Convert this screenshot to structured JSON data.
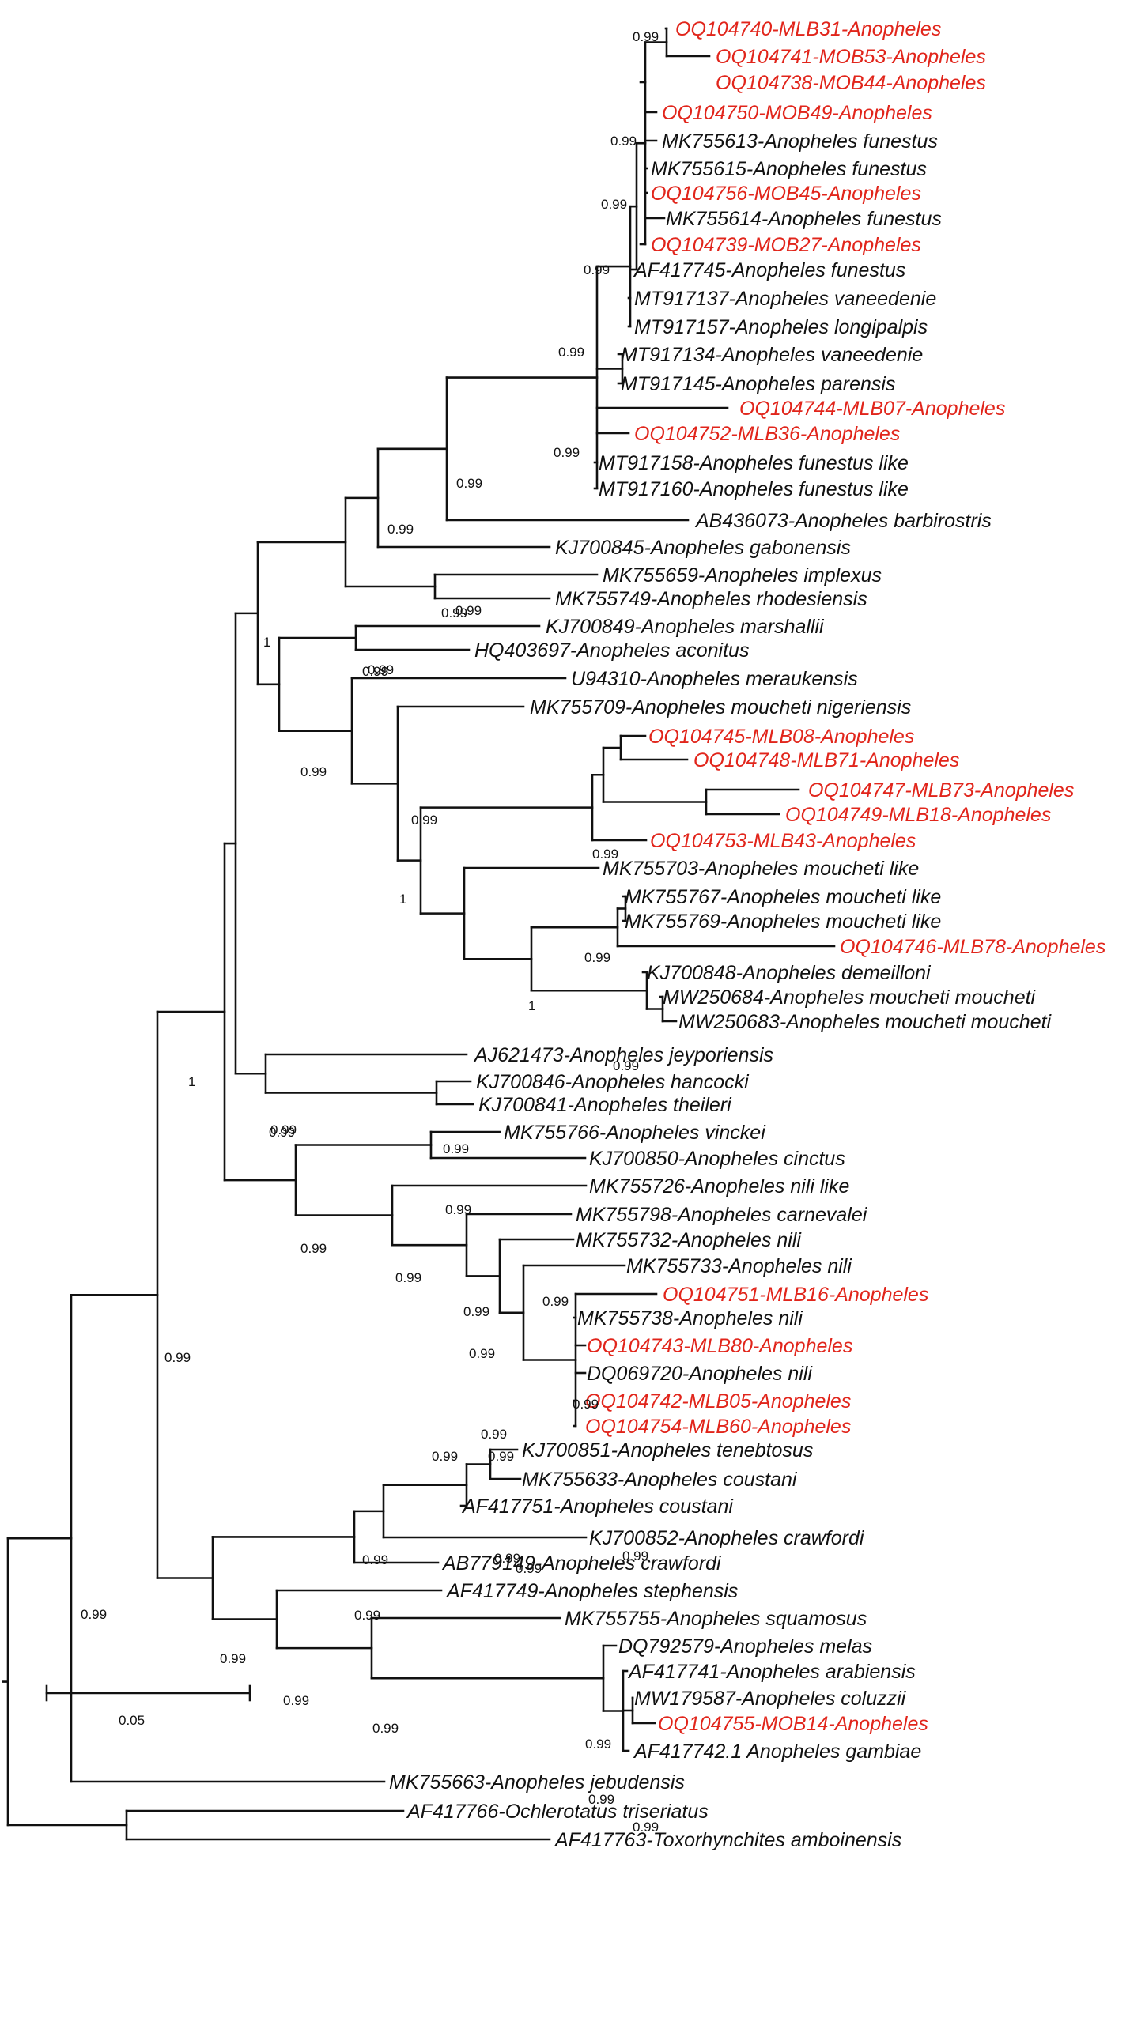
{
  "colors": {
    "reference_sequence": "#111111",
    "study_sequence": "#e1251b",
    "branch": "#111111"
  },
  "tree": {
    "leaves": [
      {
        "label": "OQ104740-MLB31-Anopheles",
        "study": true
      },
      {
        "label": "OQ104741-MOB53-Anopheles",
        "study": true
      },
      {
        "label": "OQ104738-MOB44-Anopheles",
        "study": true
      },
      {
        "label": "OQ104750-MOB49-Anopheles",
        "study": true
      },
      {
        "label": "MK755613-Anopheles funestus",
        "study": false
      },
      {
        "label": "MK755615-Anopheles funestus",
        "study": false
      },
      {
        "label": "OQ104756-MOB45-Anopheles",
        "study": true
      },
      {
        "label": "MK755614-Anopheles funestus",
        "study": false
      },
      {
        "label": "OQ104739-MOB27-Anopheles",
        "study": true
      },
      {
        "label": "AF417745-Anopheles funestus",
        "study": false
      },
      {
        "label": "MT917137-Anopheles vaneedenie",
        "study": false
      },
      {
        "label": "MT917157-Anopheles longipalpis",
        "study": false
      },
      {
        "label": "MT917134-Anopheles vaneedenie",
        "study": false
      },
      {
        "label": "MT917145-Anopheles parensis",
        "study": false
      },
      {
        "label": "OQ104744-MLB07-Anopheles",
        "study": true
      },
      {
        "label": "OQ104752-MLB36-Anopheles",
        "study": true
      },
      {
        "label": "MT917158-Anopheles funestus like",
        "study": false
      },
      {
        "label": "MT917160-Anopheles funestus like",
        "study": false
      },
      {
        "label": "AB436073-Anopheles barbirostris",
        "study": false
      },
      {
        "label": "KJ700845-Anopheles gabonensis",
        "study": false
      },
      {
        "label": "MK755659-Anopheles implexus",
        "study": false
      },
      {
        "label": "MK755749-Anopheles rhodesiensis",
        "study": false
      },
      {
        "label": "KJ700849-Anopheles marshallii",
        "study": false
      },
      {
        "label": "HQ403697-Anopheles aconitus",
        "study": false
      },
      {
        "label": "U94310-Anopheles meraukensis",
        "study": false
      },
      {
        "label": "MK755709-Anopheles moucheti nigeriensis",
        "study": false
      },
      {
        "label": "OQ104745-MLB08-Anopheles",
        "study": true
      },
      {
        "label": "OQ104748-MLB71-Anopheles",
        "study": true
      },
      {
        "label": "OQ104747-MLB73-Anopheles",
        "study": true
      },
      {
        "label": "OQ104749-MLB18-Anopheles",
        "study": true
      },
      {
        "label": "OQ104753-MLB43-Anopheles",
        "study": true
      },
      {
        "label": "MK755703-Anopheles moucheti like",
        "study": false
      },
      {
        "label": "MK755767-Anopheles moucheti like",
        "study": false
      },
      {
        "label": "MK755769-Anopheles moucheti like",
        "study": false
      },
      {
        "label": "OQ104746-MLB78-Anopheles",
        "study": true
      },
      {
        "label": "KJ700848-Anopheles demeilloni",
        "study": false
      },
      {
        "label": "MW250684-Anopheles moucheti moucheti",
        "study": false
      },
      {
        "label": "MW250683-Anopheles moucheti moucheti",
        "study": false
      },
      {
        "label": "AJ621473-Anopheles jeyporiensis",
        "study": false
      },
      {
        "label": "KJ700846-Anopheles hancocki",
        "study": false
      },
      {
        "label": "KJ700841-Anopheles theileri",
        "study": false
      },
      {
        "label": "MK755766-Anopheles vinckei",
        "study": false
      },
      {
        "label": "KJ700850-Anopheles cinctus",
        "study": false
      },
      {
        "label": "MK755726-Anopheles nili like",
        "study": false
      },
      {
        "label": "MK755798-Anopheles carnevalei",
        "study": false
      },
      {
        "label": "MK755732-Anopheles nili",
        "study": false
      },
      {
        "label": "MK755733-Anopheles nili",
        "study": false
      },
      {
        "label": "OQ104751-MLB16-Anopheles",
        "study": true
      },
      {
        "label": "MK755738-Anopheles nili",
        "study": false
      },
      {
        "label": "OQ104743-MLB80-Anopheles",
        "study": true
      },
      {
        "label": "DQ069720-Anopheles nili",
        "study": false
      },
      {
        "label": "OQ104742-MLB05-Anopheles",
        "study": true
      },
      {
        "label": "OQ104754-MLB60-Anopheles",
        "study": true
      },
      {
        "label": "KJ700851-Anopheles tenebtosus",
        "study": false
      },
      {
        "label": "MK755633-Anopheles coustani",
        "study": false
      },
      {
        "label": "AF417751-Anopheles coustani",
        "study": false
      },
      {
        "label": "KJ700852-Anopheles crawfordi",
        "study": false
      },
      {
        "label": "AB779149-Anopheles crawfordi",
        "study": false
      },
      {
        "label": "AF417749-Anopheles stephensis",
        "study": false
      },
      {
        "label": "MK755755-Anopheles squamosus",
        "study": false
      },
      {
        "label": "DQ792579-Anopheles melas",
        "study": false
      },
      {
        "label": "AF417741-Anopheles arabiensis",
        "study": false
      },
      {
        "label": "MW179587-Anopheles coluzzii",
        "study": false
      },
      {
        "label": "OQ104755-MOB14-Anopheles",
        "study": true
      },
      {
        "label": "AF417742.1 Anopheles gambiae",
        "study": false
      },
      {
        "label": "MK755663-Anopheles jebudensis",
        "study": false
      },
      {
        "label": "AF417766-Ochlerotatus triseriatus",
        "study": false
      },
      {
        "label": "AF417763-Toxorhynchites amboinensis",
        "study": false
      }
    ],
    "support_values": [
      "0.99",
      "0.99",
      "0.99",
      "0.99",
      "0.99",
      "0.99",
      "0.99",
      "0.99",
      "0.99",
      "0.99",
      "1",
      "0.99",
      "0.99",
      "0.99",
      "0.99",
      "1",
      "0.99",
      "0.99",
      "1",
      "0.99",
      "0.99",
      "0.99",
      "0.99",
      "0.99",
      "1",
      "0.99",
      "0.99",
      "0.99",
      "0.99",
      "0.99",
      "0.99",
      "0.99",
      "0.99",
      "0.99",
      "0.99",
      "0.99",
      "0.99",
      "0.99",
      "0.99",
      "0.99",
      "0.99",
      "0.99",
      "0.99",
      "0.99",
      "0.99",
      "0.99",
      "0.99"
    ],
    "scale_bar": {
      "label": "0.05"
    }
  }
}
